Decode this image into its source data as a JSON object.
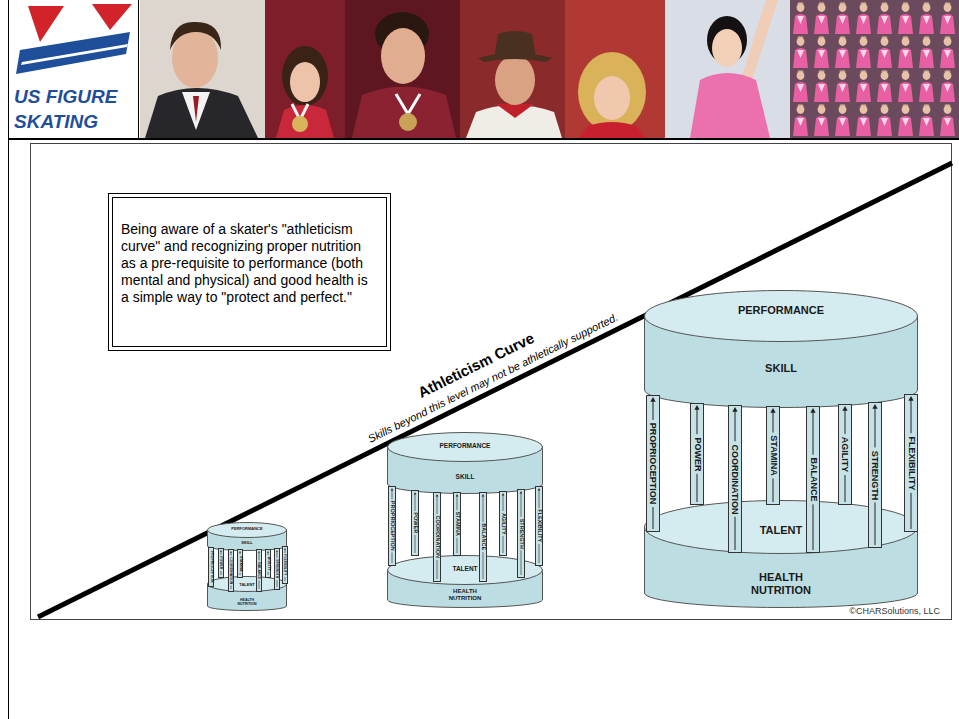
{
  "diagram": {
    "nodes": [
      {
        "text": [
          "Being aware of a skater's \"athleticism curve\" and recognizing proper nutrition as a pre-requisite to performance (both mental and physical) and good health is a simple way to \"protect and perfect.\""
        ]
      },
      {
        "text": [
          "PERFORMANCE",
          "SKILL"
        ]
      },
      {
        "text": [
          "PROPRIOCEPTION"
        ]
      },
      {
        "text": [
          "POWER"
        ]
      },
      {
        "text": [
          "COORDINATION"
        ]
      },
      {
        "text": [
          "STAMINA"
        ]
      },
      {
        "text": [
          "BALANCE"
        ]
      },
      {
        "text": [
          "AGILITY"
        ]
      },
      {
        "text": [
          "STRENGTH"
        ]
      },
      {
        "text": [
          "FLEXIBILITY"
        ]
      },
      {
        "text": [
          "TALENT",
          "HEALTH NUTRITION"
        ]
      },
      {
        "text": [
          "PERFORMANCE",
          "SKILL"
        ]
      },
      {
        "text": [
          "PROPRIOCEPTION"
        ]
      },
      {
        "text": [
          "POWER"
        ]
      },
      {
        "text": [
          "COORDINATION"
        ]
      },
      {
        "text": [
          "STAMINA"
        ]
      },
      {
        "text": [
          "BALANCE"
        ]
      },
      {
        "text": [
          "AGILITY"
        ]
      },
      {
        "text": [
          "STRENGTH"
        ]
      },
      {
        "text": [
          "FLEXIBILITY"
        ]
      },
      {
        "text": [
          "TALENT",
          "HEALTH NUTRITION"
        ]
      },
      {
        "text": [
          "PERFORMANCE",
          "SKILL"
        ]
      },
      {
        "text": [
          "PROPRIOCEPTION"
        ]
      },
      {
        "text": [
          "POWER"
        ]
      },
      {
        "text": [
          "COORDINATION"
        ]
      },
      {
        "text": [
          "STAMINA"
        ]
      },
      {
        "text": [
          "BALANCE"
        ]
      },
      {
        "text": [
          "AGILITY"
        ]
      },
      {
        "text": [
          "STRENGTH"
        ]
      },
      {
        "text": [
          "FLEXIBILITY"
        ]
      },
      {
        "text": [
          "TALENT",
          "HEALTH NUTRITION"
        ]
      }
    ],
    "labels": [
      "US FIGURE SKATING",
      "Athleticism Curve",
      "Skills beyond this level may not be athletically supported.",
      "©CHARSolutions, LLC"
    ]
  }
}
